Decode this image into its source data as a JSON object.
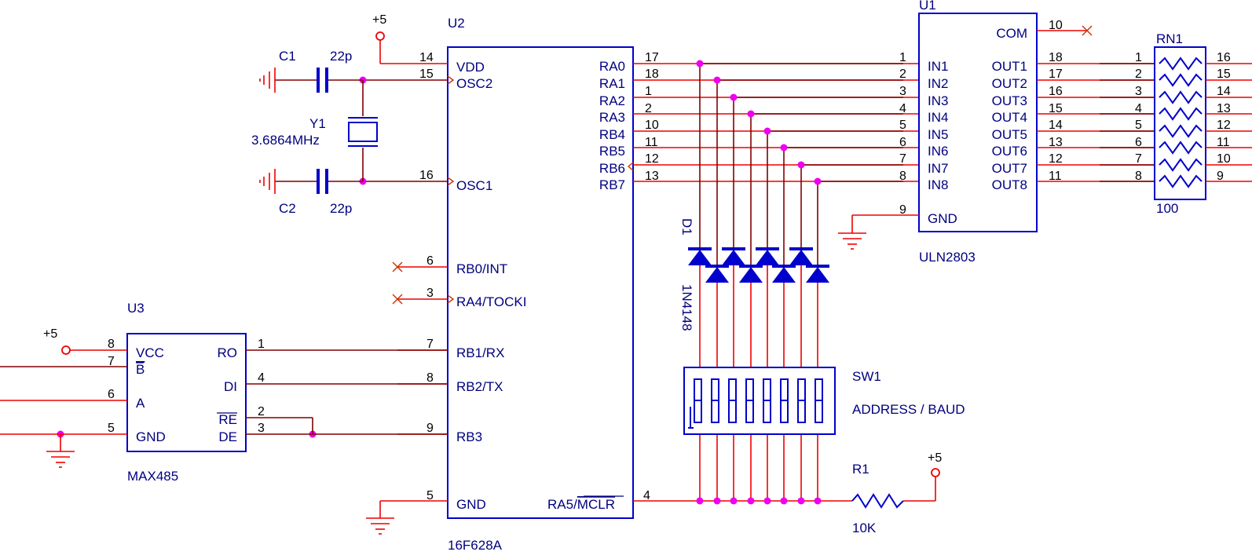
{
  "u2": {
    "ref": "U2",
    "part": "16F628A",
    "left_pins": [
      {
        "num": "14",
        "name": "VDD"
      },
      {
        "num": "15",
        "name": "OSC2"
      },
      {
        "num": "16",
        "name": "OSC1"
      },
      {
        "num": "6",
        "name": "RB0/INT"
      },
      {
        "num": "3",
        "name": "RA4/TOCKI"
      },
      {
        "num": "7",
        "name": "RB1/RX"
      },
      {
        "num": "8",
        "name": "RB2/TX"
      },
      {
        "num": "9",
        "name": "RB3"
      },
      {
        "num": "5",
        "name": "GND"
      }
    ],
    "right_pins": [
      {
        "num": "17",
        "name": "RA0"
      },
      {
        "num": "18",
        "name": "RA1"
      },
      {
        "num": "1",
        "name": "RA2"
      },
      {
        "num": "2",
        "name": "RA3"
      },
      {
        "num": "10",
        "name": "RB4"
      },
      {
        "num": "11",
        "name": "RB5"
      },
      {
        "num": "12",
        "name": "RB6"
      },
      {
        "num": "13",
        "name": "RB7"
      }
    ],
    "mclr": {
      "num": "4",
      "name_prefix": "RA5/",
      "name_over": "MCLR"
    }
  },
  "u1": {
    "ref": "U1",
    "part": "ULN2803",
    "com": {
      "num": "10",
      "name": "COM"
    },
    "gnd": {
      "num": "9",
      "name": "GND"
    },
    "inputs": [
      {
        "num": "1",
        "name": "IN1"
      },
      {
        "num": "2",
        "name": "IN2"
      },
      {
        "num": "3",
        "name": "IN3"
      },
      {
        "num": "4",
        "name": "IN4"
      },
      {
        "num": "5",
        "name": "IN5"
      },
      {
        "num": "6",
        "name": "IN6"
      },
      {
        "num": "7",
        "name": "IN7"
      },
      {
        "num": "8",
        "name": "IN8"
      }
    ],
    "outputs": [
      {
        "num": "18",
        "name": "OUT1"
      },
      {
        "num": "17",
        "name": "OUT2"
      },
      {
        "num": "16",
        "name": "OUT3"
      },
      {
        "num": "15",
        "name": "OUT4"
      },
      {
        "num": "14",
        "name": "OUT5"
      },
      {
        "num": "13",
        "name": "OUT6"
      },
      {
        "num": "12",
        "name": "OUT7"
      },
      {
        "num": "11",
        "name": "OUT8"
      }
    ]
  },
  "rn1": {
    "ref": "RN1",
    "value": "100",
    "left_nums": [
      "1",
      "2",
      "3",
      "4",
      "5",
      "6",
      "7",
      "8"
    ],
    "right_nums": [
      "16",
      "15",
      "14",
      "13",
      "12",
      "11",
      "10",
      "9"
    ]
  },
  "u3": {
    "ref": "U3",
    "part": "MAX485",
    "left_pins": [
      {
        "num": "8",
        "name": "VCC"
      },
      {
        "num": "7",
        "name": "B"
      },
      {
        "num": "6",
        "name": "A"
      },
      {
        "num": "5",
        "name": "GND"
      }
    ],
    "right_pins": [
      {
        "num": "1",
        "name": "RO"
      },
      {
        "num": "4",
        "name": "DI"
      },
      {
        "num": "2",
        "name": "RE"
      },
      {
        "num": "3",
        "name": "DE"
      }
    ]
  },
  "crystal": {
    "ref": "Y1",
    "value": "3.6864MHz"
  },
  "c1": {
    "ref": "C1",
    "value": "22p"
  },
  "c2": {
    "ref": "C2",
    "value": "22p"
  },
  "diodes": {
    "ref": "D1",
    "part": "1N4148"
  },
  "sw1": {
    "ref": "SW1",
    "label": "ADDRESS / BAUD"
  },
  "r1": {
    "ref": "R1",
    "value": "10K"
  },
  "power": {
    "label": "+5"
  }
}
